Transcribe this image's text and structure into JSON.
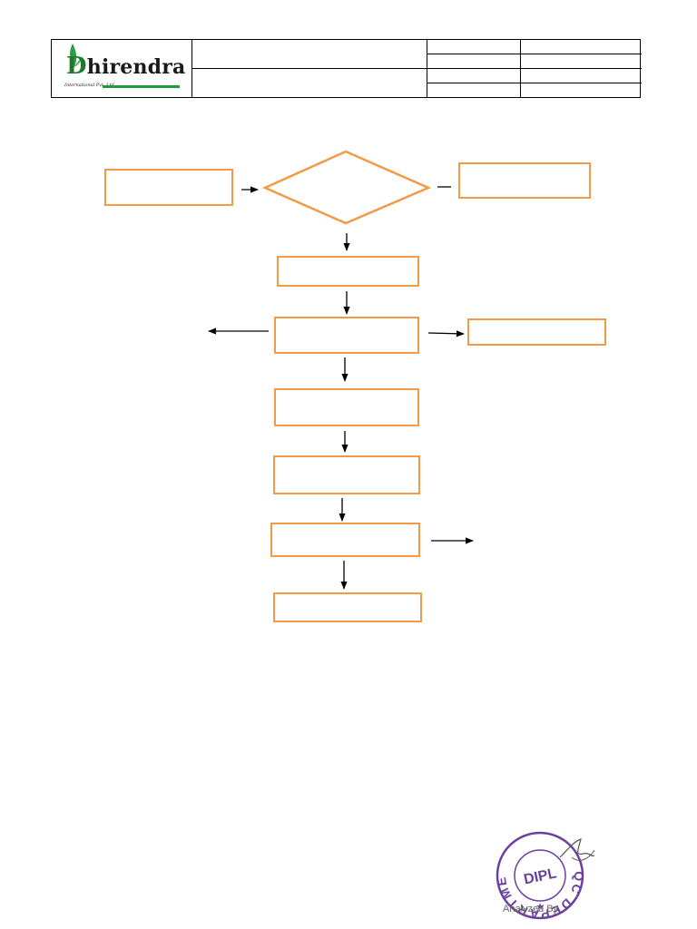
{
  "company": {
    "logo_text_initial": "D",
    "logo_text_rest": "hirendra",
    "logo_subtitle": "International Pvt. Ltd."
  },
  "stamp": {
    "ring_text": "QC DEPARTMENT",
    "center_text": "DIPL",
    "caption": "Analyzed By"
  },
  "colors": {
    "box_border": "#f39a47",
    "logo_green": "#1f9a3a",
    "stamp_purple": "#6b3fa0"
  },
  "icons": [
    "leaf-icon",
    "arrow-icon"
  ]
}
